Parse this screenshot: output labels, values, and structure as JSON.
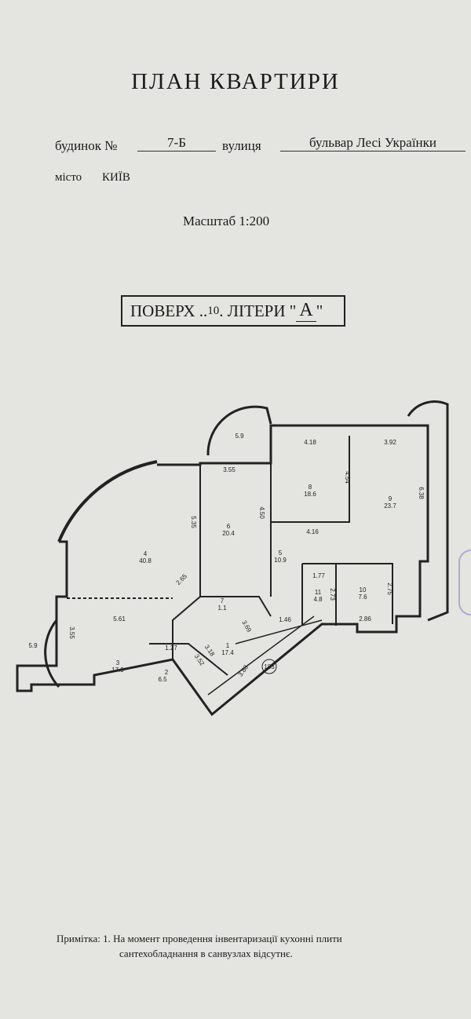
{
  "title": "ПЛАН КВАРТИРИ",
  "address": {
    "building_label": "будинок №",
    "building_value": "7-Б",
    "street_label": "вулиця",
    "street_value": "бульвар Лесі Українки",
    "city_label": "місто",
    "city_value": "КИЇВ"
  },
  "scale": "Масштаб  1:200",
  "floor": {
    "floor_label": "ПОВЕРХ ..",
    "floor_value": "10",
    "letter_label": ". ЛІТЕРИ \"",
    "letter_value": "А",
    "letter_close": "\""
  },
  "rooms": [
    {
      "num": "1",
      "area": "17.4"
    },
    {
      "num": "2",
      "area": "6.5"
    },
    {
      "num": "3",
      "area": "17.9"
    },
    {
      "num": "4",
      "area": "40.8"
    },
    {
      "num": "5",
      "area": "10.9"
    },
    {
      "num": "6",
      "area": "20.4"
    },
    {
      "num": "7",
      "area": "1.1"
    },
    {
      "num": "8",
      "area": "18.6"
    },
    {
      "num": "9",
      "area": "23.7"
    },
    {
      "num": "10",
      "area": "7.6"
    },
    {
      "num": "11",
      "area": "4.8"
    }
  ],
  "balconies": [
    "5.9",
    "5.9"
  ],
  "dimensions": [
    "4.18",
    "3.92",
    "3.55",
    "4.54",
    "6.38",
    "5.35",
    "4.50",
    "4.16",
    "1.77",
    "2.73",
    "2.75",
    "2.86",
    "1.46",
    "2.65",
    "3.69",
    "5.61",
    "3.55",
    "1.27",
    "3.18",
    "3.52",
    "3.88"
  ],
  "marker": "183",
  "note": {
    "line1": "Примітка:  1.  На момент проведення   інвентаризації  кухонні плити",
    "line2": "сантехобладнання  в санвузлах   відсутнє."
  }
}
